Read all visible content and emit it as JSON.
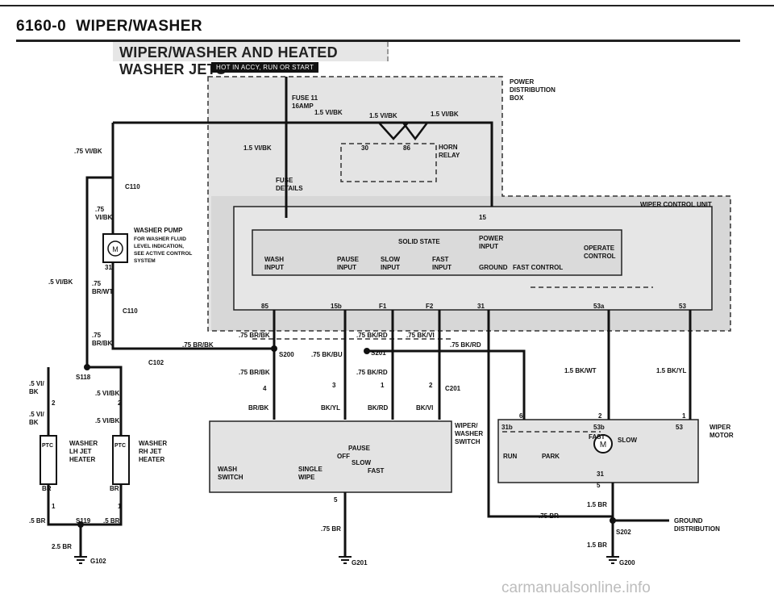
{
  "header": {
    "code": "6160-0",
    "title": "WIPER/WASHER",
    "banner": "WIPER/WASHER AND HEATED WASHER JETS",
    "hot_label": "HOT IN ACCY, RUN OR START"
  },
  "power_distribution": {
    "title": [
      "POWER",
      "DISTRIBUTION",
      "BOX"
    ],
    "fuse_name": "FUSE 11",
    "fuse_rating": "16AMP",
    "fuse_details": [
      "FUSE",
      "DETAILS"
    ],
    "horn_relay": [
      "HORN",
      "RELAY"
    ],
    "relay_pin_a": "30",
    "relay_pin_b": "86"
  },
  "control_unit": {
    "title": "WIPER CONTROL UNIT",
    "solid_state": "SOLID STATE",
    "power_input": [
      "POWER",
      "INPUT"
    ],
    "operate_control": [
      "OPERATE",
      "CONTROL"
    ],
    "inputs": [
      [
        "WASH",
        "INPUT"
      ],
      [
        "PAUSE",
        "INPUT"
      ],
      [
        "SLOW",
        "INPUT"
      ],
      [
        "FAST",
        "INPUT"
      ]
    ],
    "ground": "GROUND",
    "fast_control": "FAST CONTROL",
    "pin_15": "15",
    "pins": [
      "85",
      "15b",
      "F1",
      "F2",
      "31",
      "53a",
      "53"
    ]
  },
  "washer_pump": {
    "title": "WASHER PUMP",
    "description": [
      "FOR WASHER FLUID",
      "LEVEL INDICATION,",
      "SEE ACTIVE CONTROL",
      "SYSTEM"
    ],
    "motor_symbol": "M",
    "pin_31": "31"
  },
  "connectors": {
    "c110_top": "C110",
    "c110_bottom": "C110",
    "c102": "C102",
    "c201": "C201",
    "s200": "S200",
    "s201": "S201",
    "s118": "S118",
    "s119": "S119",
    "s202": "S202",
    "g102": "G102",
    "g201": "G201",
    "g200": "G200"
  },
  "wires": {
    "fuse_out_a": "1.5 VI/BK",
    "fuse_out_b": "1.5 VI/BK",
    "fuse_out_c": "1.5 VI/BK",
    "fuse_feed": "1.5 VI/BK",
    "left_feed": ".75 VI/BK",
    "pump_feed": [
      ".75",
      "VI/BK"
    ],
    "pump_out": [
      ".75",
      "BR/WT"
    ],
    "c110_out": [
      ".75",
      "BR/BK"
    ],
    "left_branch": ".5 VI/BK",
    "c102_out": ".75 BR/BK",
    "ctrl_85": ".75 BR/BK",
    "s200_out": ".75 BR/BK",
    "s200_bottom": "BR/BK",
    "s201_up": ".75 BK/BU",
    "ctrl_15b": ".75 BK/RD",
    "ctrl_f1": ".75 BK/RD",
    "s201_down": "BK/RD",
    "ctrl_f2": ".75 BK/VI",
    "ctrl_31": ".75 BK/RD",
    "switch_bkyl": "BK/YL",
    "switch_bkvi": "BK/VI",
    "motor_53a": "1.5 BK/WT",
    "motor_53": "1.5 BK/YL",
    "switch_ground": ".75 BR",
    "motor_ground": "1.5 BR",
    "ground_dist_in": ".75 BR",
    "s202_out": "1.5 BR",
    "heater_left_in": [
      ".5 VI/",
      "BK"
    ],
    "heater_left_in_b": [
      ".5 VI/",
      "BK"
    ],
    "s118_out_a": ".5 VI/BK",
    "s118_out_b": ".5 VI/BK",
    "heater_l_out": "BR",
    "heater_r_out": "BR",
    "s119_in_l": ".5 BR",
    "s119_in_r": ".5 BR",
    "s119_out": "2.5 BR"
  },
  "wiper_washer_switch": {
    "title": [
      "WIPER/",
      "WASHER",
      "SWITCH"
    ],
    "wash_switch": [
      "WASH",
      "SWITCH"
    ],
    "pause": "PAUSE",
    "off": "OFF",
    "slow": "SLOW",
    "fast": "FAST",
    "single_wipe": [
      "SINGLE",
      "WIPE"
    ],
    "pin_5": "5",
    "pin_4": "4",
    "pin_3": "3",
    "pin_1": "1",
    "pin_2": "2"
  },
  "wiper_motor": {
    "title": [
      "WIPER",
      "MOTOR"
    ],
    "motor_symbol": "M",
    "slow": "SLOW",
    "fast": "FAST",
    "run": "RUN",
    "park": "PARK",
    "pins": [
      "31b",
      "53b",
      "53",
      "31",
      "5",
      "6",
      "2",
      "1"
    ]
  },
  "heaters": {
    "left": [
      "WASHER",
      "LH JET",
      "HEATER"
    ],
    "right": [
      "WASHER",
      "RH JET",
      "HEATER"
    ],
    "ptc": "PTC",
    "pin_2": "2",
    "pin_1": "1"
  },
  "ground_distribution": [
    "GROUND",
    "DISTRIBUTION"
  ],
  "watermark": "carmanualsonline.info"
}
